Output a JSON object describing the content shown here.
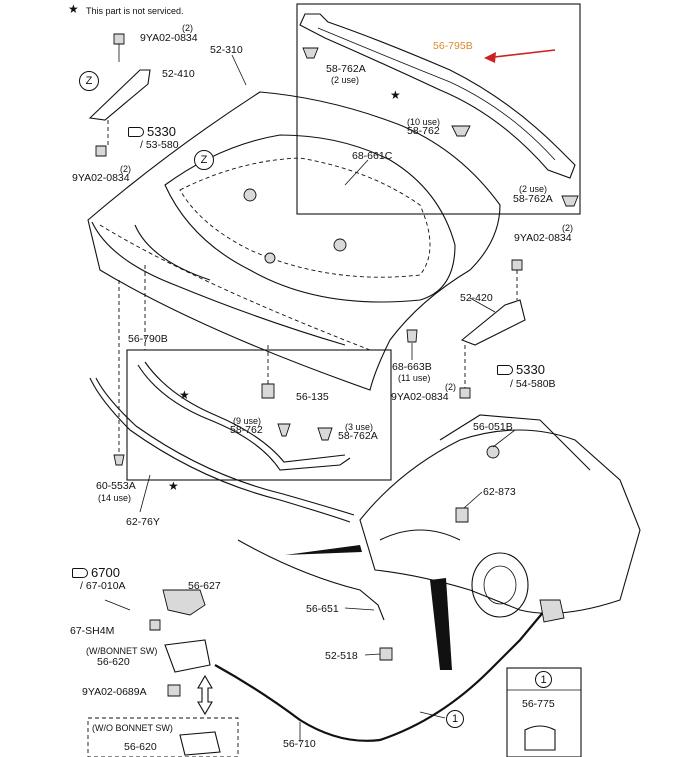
{
  "legend": {
    "star": "★",
    "note": "This part is not serviced."
  },
  "labels": {
    "bolt_9ya02_0834_top": "9YA02-0834",
    "qty_2_top": "(2)",
    "p52_310": "52-310",
    "p52_410": "52-410",
    "z_top": "Z",
    "z_mid": "Z",
    "ref_5330_left": "5330",
    "ref_53_580": "/ 53-580",
    "qty_2_left": "(2)",
    "bolt_9ya02_0834_left": "9YA02-0834",
    "p68_661c": "68-661C",
    "p56_795b": "56-795B",
    "p58_762a_top": "58-762A",
    "use_2_top": "(2 use)",
    "use_10": "(10 use)",
    "p58_762_top": "58-762",
    "use_2_right": "(2 use)",
    "p58_762a_right": "58-762A",
    "qty_2_right": "(2)",
    "bolt_9ya02_0834_right": "9YA02-0834",
    "p52_420": "52-420",
    "p68_663b": "68-663B",
    "use_11": "(11 use)",
    "ref_5330_right": "5330",
    "ref_54_580b": "/ 54-580B",
    "qty_2_bottom": "(2)",
    "bolt_9ya02_0834_bottom": "9YA02-0834",
    "p56_790b": "56-790B",
    "p56_135": "56-135",
    "use_9": "(9 use)",
    "p58_762_box": "58-762",
    "use_3": "(3 use)",
    "p58_762a_box": "58-762A",
    "p56_051b": "56-051B",
    "p62_873": "62-873",
    "p60_553a": "60-553A",
    "use_14": "(14 use)",
    "p62_76y": "62-76Y",
    "ref_6700": "6700",
    "ref_67_010a": "/ 67-010A",
    "p56_627": "56-627",
    "p67_sh4m": "67-SH4M",
    "w_bonnet_sw": "(W/BONNET SW)",
    "p56_620_a": "56-620",
    "bolt_9ya02_0689a": "9YA02-0689A",
    "wo_bonnet_sw": "(W/O BONNET SW)",
    "p56_620_b": "56-620",
    "p56_651": "56-651",
    "p52_518": "52-518",
    "p56_710": "56-710",
    "callout_1": "1",
    "inset_1": "1",
    "p56_775": "56-775"
  },
  "colors": {
    "line": "#111111",
    "highlight": "#d98a2b",
    "arrow": "#cc2222",
    "fill": "#d9d9d9"
  },
  "icons": {
    "reference_hand": "pointing-hand-icon",
    "not_serviced": "star-icon"
  }
}
